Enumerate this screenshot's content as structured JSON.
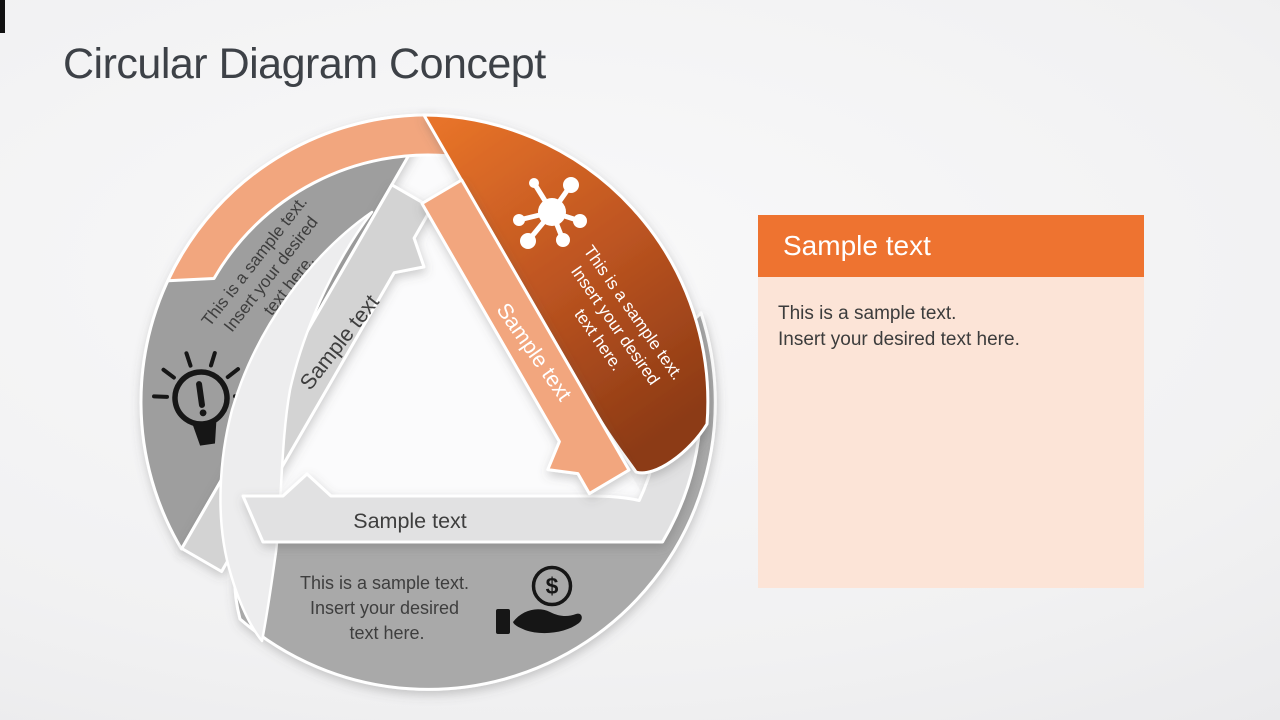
{
  "slide": {
    "title": "Circular Diagram Concept",
    "title_color": "#3D4147",
    "corner_mark_color": "#111111"
  },
  "diagram": {
    "segments": [
      {
        "name": "upper-left",
        "petal_color": "#9E9E9E",
        "band_color": "#D3D3D3",
        "band_label": "Sample text",
        "body_lines": [
          "This is a sample text.",
          "Insert your desired",
          "text here."
        ],
        "text_color": "#3E3E3E",
        "icon": "idea-lightbulb-icon"
      },
      {
        "name": "bottom",
        "petal_color": "#A9A9A9",
        "band_color": "#E1E1E2",
        "tail_color": "#EDEDEE",
        "band_label": "Sample text",
        "body_lines": [
          "This is a sample text.",
          "Insert your desired",
          "text here."
        ],
        "text_color": "#3E3E3E",
        "icon": "coin-hand-icon",
        "coin_symbol": "$"
      },
      {
        "name": "upper-right",
        "petal_gradient": [
          "#E77329",
          "#BE5521",
          "#8C3A15"
        ],
        "band_color": "#F2A67E",
        "band_label": "Sample text",
        "body_lines": [
          "This is a sample text.",
          "Insert your desired",
          "text here."
        ],
        "text_color": "#FFFFFF",
        "icon": "network-hub-icon"
      }
    ],
    "inner_triangle_color": "#FBFBFC"
  },
  "card": {
    "title": "Sample text",
    "header_color": "#EE7330",
    "title_color": "#FFFFFF",
    "body_color": "#FCE4D7",
    "body_text_color": "#3C3C3C",
    "body_lines": [
      "This is a sample text.",
      "Insert your desired text here."
    ]
  }
}
